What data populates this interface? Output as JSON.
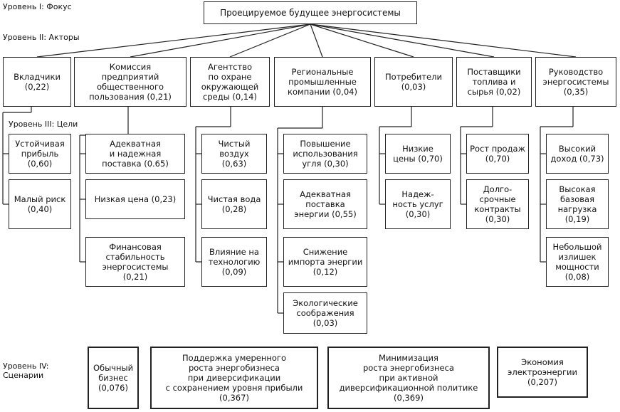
{
  "levels": {
    "l1": "Уровень I: Фокус",
    "l2": "Уровень II: Акторы",
    "l3": "Уровень III: Цели",
    "l4": "Уровень IV:\nСценарии"
  },
  "focus": "Проецируемое будущее энергосистемы",
  "actors": [
    {
      "text": "Вкладчики\n(0,22)"
    },
    {
      "text": "Комиссия\nпредприятий\nобщественного\nпользования (0,21)"
    },
    {
      "text": "Агентство\nпо охране\nокружающей\nсреды (0,14)"
    },
    {
      "text": "Региональные\nпромышленные\nкомпании (0,04)"
    },
    {
      "text": "Потребители\n(0,03)"
    },
    {
      "text": "Поставщики\nтоплива и\nсырья (0,02)"
    },
    {
      "text": "Руководство\nэнергосистемы\n(0,35)"
    }
  ],
  "goals": [
    [
      "Устойчивая\nприбыль\n(0,60)",
      "Малый риск\n(0,40)"
    ],
    [
      "Адекватная\nи надежная\nпоставка (0.65)",
      "Низкая цена (0,23)",
      "Финансовая\nстабильность\nэнергосистемы\n(0,21)"
    ],
    [
      "Чистый\nвоздух\n(0,63)",
      "Чистая вода\n(0,28)",
      "Влияние на\nтехнологию\n(0,09)"
    ],
    [
      "Повышение\nиспользования\nугля (0,30)",
      "Адекватная\nпоставка\nэнергии (0,55)",
      "Снижение\nимпорта энергии\n(0,12)",
      "Экологические\nсоображения\n(0,03)"
    ],
    [
      "Низкие\nцены (0,70)",
      "Надеж-\nность услуг\n(0,30)"
    ],
    [
      "Рост продаж\n(0,70)",
      "Долго-\nсрочные\nконтракты\n(0,30)"
    ],
    [
      "Высокий\nдоход (0,73)",
      "Высокая\nбазовая\nнагрузка\n(0,19)",
      "Небольшой\nизлишек\nмощности\n(0,08)"
    ]
  ],
  "scenarios": [
    "Обычный\nбизнес\n(0,076)",
    "Поддержка умеренного\nроста энергобизнеса\nпри диверсификации\nс сохранением уровня прибыли\n(0,367)",
    "Минимизация\nроста энергобизнеса\nпри активной\nдиверсификационной политике\n(0,369)",
    "Экономия\nэлектроэнергии\n(0,207)"
  ]
}
